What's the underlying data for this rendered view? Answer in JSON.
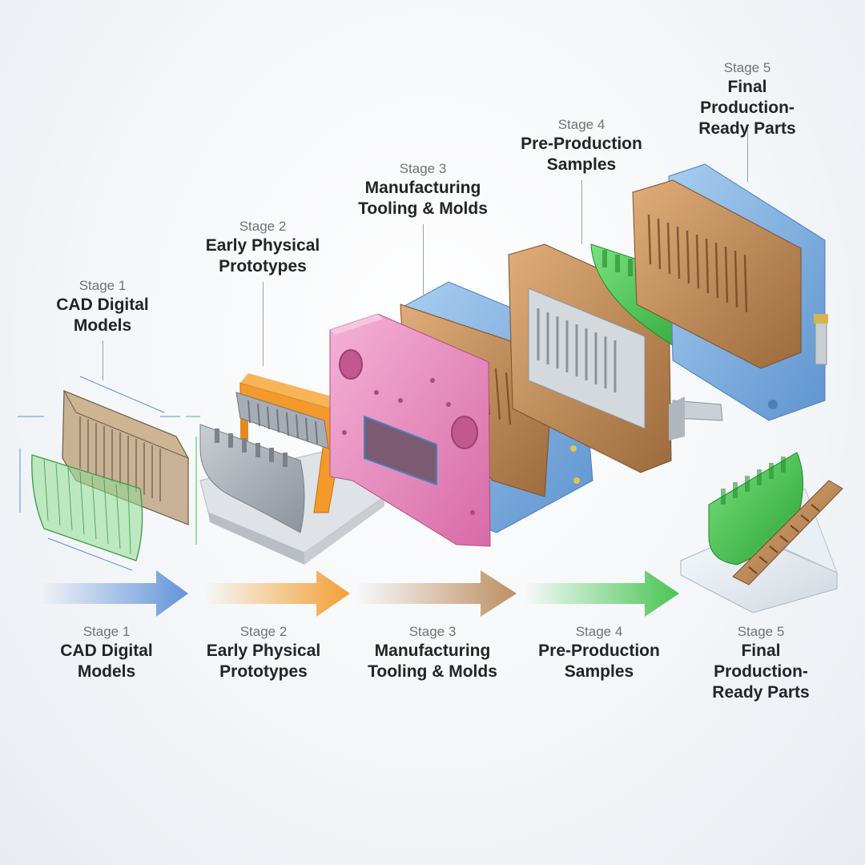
{
  "top_labels": [
    {
      "stage": "Stage 1",
      "title_line1": "CAD Digital",
      "title_line2": "Models"
    },
    {
      "stage": "Stage 2",
      "title_line1": "Early Physical",
      "title_line2": "Prototypes"
    },
    {
      "stage": "Stage 3",
      "title_line1": "Manufacturing",
      "title_line2": "Tooling & Molds"
    },
    {
      "stage": "Stage 4",
      "title_line1": "Pre-Production",
      "title_line2": "Samples"
    },
    {
      "stage": "Stage 5",
      "title_line1": "Final Production-",
      "title_line2": "Ready Parts"
    }
  ],
  "bottom_labels": [
    {
      "stage": "Stage 1",
      "title_line1": "CAD Digital",
      "title_line2": "Models"
    },
    {
      "stage": "Stage 2",
      "title_line1": "Early Physical",
      "title_line2": "Prototypes"
    },
    {
      "stage": "Stage 3",
      "title_line1": "Manufacturing",
      "title_line2": "Tooling & Molds"
    },
    {
      "stage": "Stage 4",
      "title_line1": "Pre-Production",
      "title_line2": "Samples"
    },
    {
      "stage": "Stage 5",
      "title_line1": "Final Production-",
      "title_line2": "Ready Parts"
    }
  ],
  "colors": {
    "cad_blue": "#5b8fd8",
    "proto_orange": "#f39a2b",
    "tooling_bronze": "#b98a5a",
    "sample_green": "#3fc24a",
    "mold_pink": "#e98bc0",
    "mold_blue": "#7fb1e4",
    "copper": "#c98f58"
  }
}
